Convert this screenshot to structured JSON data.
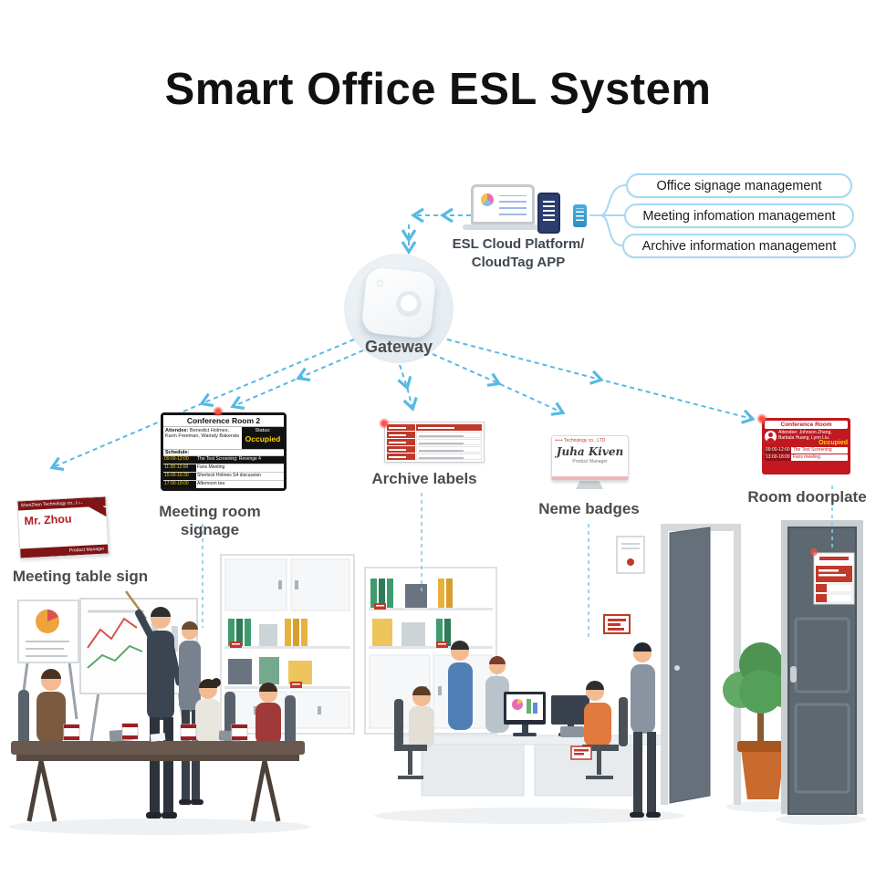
{
  "title": "Smart Office ESL System",
  "colors": {
    "accent_blue": "#56b9e4",
    "alert_red": "#c0392b",
    "status_yellow": "#ffd400",
    "doorplate_red": "#c2181f"
  },
  "cloud_platform": {
    "line1": "ESL Cloud Platform/",
    "line2": "CloudTag APP"
  },
  "management": {
    "items": [
      "Office signage management",
      "Meeting infomation management",
      "Archive information management"
    ]
  },
  "gateway_label": "Gateway",
  "devices": {
    "table_sign": {
      "caption": "Meeting table sign",
      "company": "ShenZhen Technology co., LTD",
      "name": "Mr. Zhou",
      "role": "Product Manager"
    },
    "room_signage": {
      "caption": "Meeting room signage",
      "title": "Conference Room 2",
      "attendee_label": "Attendee:",
      "attendees": "Benedict Holmes, Karin Freeman, Wariaty Bakerats",
      "status_label": "Status:",
      "status": "Occupied",
      "schedule_label": "Schedule:",
      "schedule": [
        {
          "time": "09:00-12:00",
          "event": "The Test Screening: Revenge 4"
        },
        {
          "time": "11:00-12:00",
          "event": "Fans Meeting"
        },
        {
          "time": "15:00-16:30",
          "event": "Sherlock Holmes S4 discussion"
        },
        {
          "time": "17:00-18:00",
          "event": "Afternoon tea"
        }
      ]
    },
    "archive": {
      "caption": "Archive labels"
    },
    "badge": {
      "caption": "Neme badges",
      "company": "+++ Technology co., LTD",
      "name": "Juha Kiven",
      "role": "Product Manager"
    },
    "doorplate": {
      "caption": "Room doorplate",
      "title": "Conference Room",
      "attendees": "Attendee: Johnson Zhang, Barbala Huang, Lynn Liu.",
      "status": "Occupied",
      "schedule": [
        {
          "time": "09:00-12:00",
          "event": "The Test Screening"
        },
        {
          "time": "13:00-18:00",
          "event": "Fans meeting"
        }
      ]
    }
  }
}
